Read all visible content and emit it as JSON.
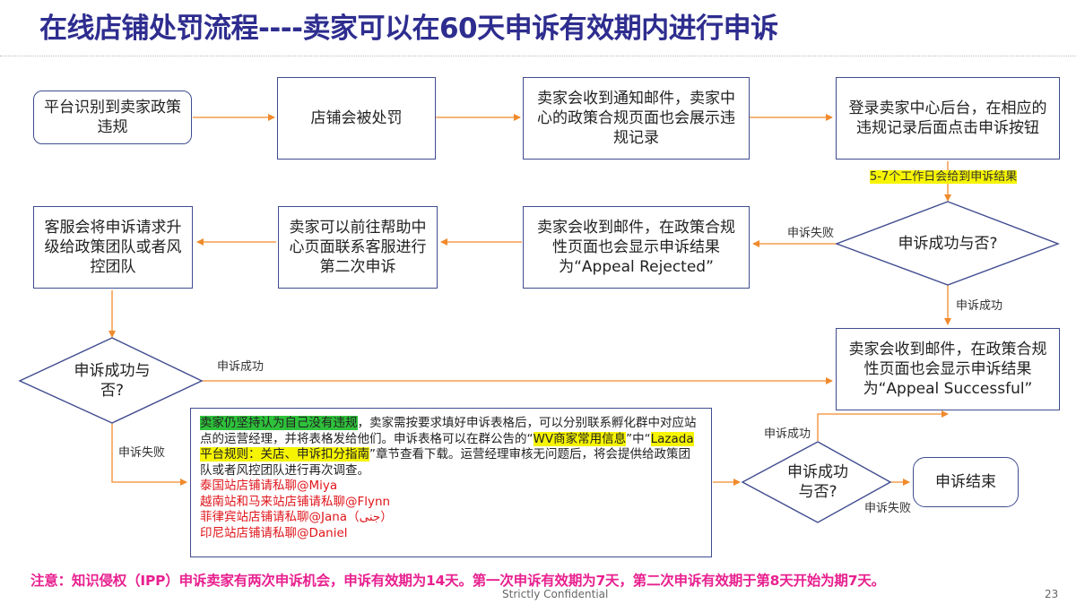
{
  "title": "在线店铺处罚流程----卖家可以在60天申诉有效期内进行申诉",
  "nodes": {
    "identify": "平台识别到卖家政策违规",
    "punished": "店铺会被处罚",
    "notify": "卖家会收到通知邮件，卖家中心的政策合规页面也会展示违规记录",
    "login": "登录卖家中心后台，在相应的违规记录后面点击申诉按钮",
    "decision1": "申诉成功与否?",
    "rejected": "卖家会收到邮件，在政策合规性页面也会显示申诉结果为“Appeal Rejected”",
    "helpcenter": "卖家可以前往帮助中心页面联系客服进行第二次申诉",
    "escalate": "客服会将申诉请求升级给政策团队或者风控团队",
    "decision2": "申诉成功与否?",
    "successful": "卖家会收到邮件，在政策合规性页面也会显示申诉结果为“Appeal Successful”",
    "decision3": "申诉成功与否?",
    "end": "申诉结束"
  },
  "edge_labels": {
    "result_days": "5-7个工作日会给到申诉结果",
    "d1_fail": "申诉失败",
    "d1_success": "申诉成功",
    "d2_success": "申诉成功",
    "d2_fail": "申诉失败",
    "d3_success": "申诉成功",
    "d3_fail": "申诉失败"
  },
  "note": {
    "part1": "卖家仍坚持认为自己没有违规",
    "part2": "，卖家需按要求填好申诉表格后，可以分别联系孵化群中对应站点的运营经理，并将表格发给他们。申诉表格可以在群公告的“",
    "part3": "WV商家常用信息",
    "part4": "”中“",
    "part5": "Lazada平台规则：关店、申诉扣分指南",
    "part6": "”章节查看下载。运营经理审核无问题后，将会提供给政策团队或者风控团队进行再次调查。",
    "contacts": [
      "泰国站店铺请私聊@Miya",
      "越南站和马来站店铺请私聊@Flynn",
      "菲律宾站店铺请私聊@Jana（جنى）",
      "印尼站店铺请私聊@Daniel"
    ]
  },
  "footer_note": "注意：知识侵权（IPP）申诉卖家有两次申诉机会，申诉有效期为14天。第一次申诉有效期为7天，第二次申诉有效期于第8天开始为期7天。",
  "confidential": "Strictly Confidential",
  "page_number": "23"
}
